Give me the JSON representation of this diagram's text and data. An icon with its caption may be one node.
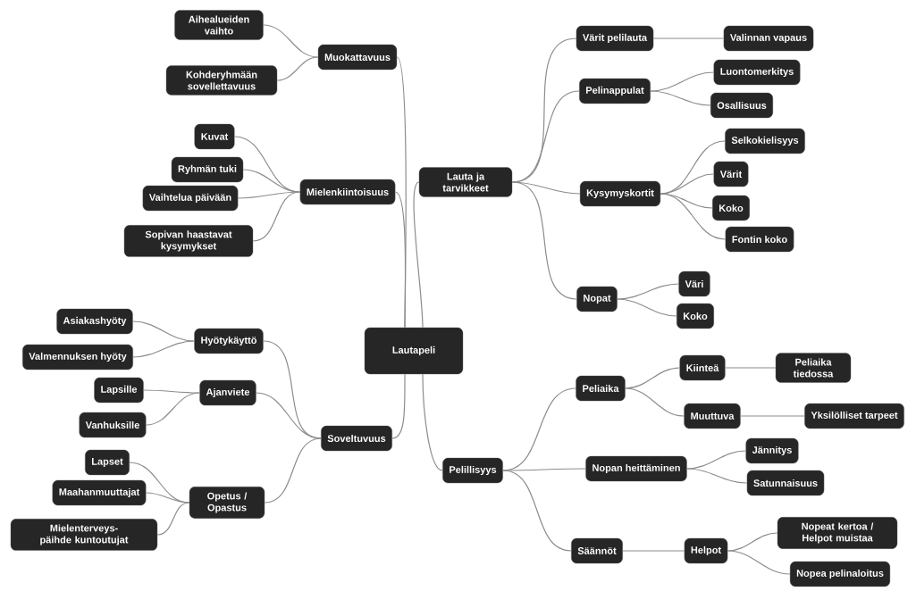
{
  "diagram": {
    "nodes": [
      {
        "text": [
          "Lautapeli"
        ]
      },
      {
        "text": [
          "Muokattavuus"
        ]
      },
      {
        "text": [
          "Aihealueiden vaihto"
        ]
      },
      {
        "text": [
          "Kohderyhmään sovellettavuus"
        ]
      },
      {
        "text": [
          "Mielenkiintoisuus"
        ]
      },
      {
        "text": [
          "Kuvat"
        ]
      },
      {
        "text": [
          "Ryhmän tuki"
        ]
      },
      {
        "text": [
          "Vaihtelua päivään"
        ]
      },
      {
        "text": [
          "Sopivan haastavat kysymykset"
        ]
      },
      {
        "text": [
          "Hyötykäyttö"
        ]
      },
      {
        "text": [
          "Asiakashyöty"
        ]
      },
      {
        "text": [
          "Valmennuksen hyöty"
        ]
      },
      {
        "text": [
          "Soveltuvuus"
        ]
      },
      {
        "text": [
          "Ajanviete"
        ]
      },
      {
        "text": [
          "Lapsille"
        ]
      },
      {
        "text": [
          "Vanhuksille"
        ]
      },
      {
        "text": [
          "Opetus / Opastus"
        ]
      },
      {
        "text": [
          "Lapset"
        ]
      },
      {
        "text": [
          "Maahanmuuttajat"
        ]
      },
      {
        "text": [
          "Mielenterveys-päihde kuntoutujat"
        ]
      },
      {
        "text": [
          "Lauta ja tarvikkeet"
        ]
      },
      {
        "text": [
          "Värit pelilauta"
        ]
      },
      {
        "text": [
          "Valinnan vapaus"
        ]
      },
      {
        "text": [
          "Pelinappulat"
        ]
      },
      {
        "text": [
          "Luontomerkitys"
        ]
      },
      {
        "text": [
          "Osallisuus"
        ]
      },
      {
        "text": [
          "Kysymyskortit"
        ]
      },
      {
        "text": [
          "Selkokielisyys"
        ]
      },
      {
        "text": [
          "Värit"
        ]
      },
      {
        "text": [
          "Koko"
        ]
      },
      {
        "text": [
          "Fontin koko"
        ]
      },
      {
        "text": [
          "Nopat"
        ]
      },
      {
        "text": [
          "Väri"
        ]
      },
      {
        "text": [
          "Koko"
        ]
      },
      {
        "text": [
          "Pelillisyys"
        ]
      },
      {
        "text": [
          "Peliaika"
        ]
      },
      {
        "text": [
          "Kiinteä"
        ]
      },
      {
        "text": [
          "Peliaika tiedossa"
        ]
      },
      {
        "text": [
          "Muuttuva"
        ]
      },
      {
        "text": [
          "Yksilölliset tarpeet"
        ]
      },
      {
        "text": [
          "Nopan heittäminen"
        ]
      },
      {
        "text": [
          "Jännitys"
        ]
      },
      {
        "text": [
          "Satunnaisuus"
        ]
      },
      {
        "text": [
          "Säännöt"
        ]
      },
      {
        "text": [
          "Helpot"
        ]
      },
      {
        "text": [
          "Nopeat kertoa / Helpot muistaa"
        ]
      },
      {
        "text": [
          "Nopea pelinaloitus"
        ]
      }
    ],
    "edges": [
      {
        "from": 0,
        "to": 1,
        "arrow": "none"
      },
      {
        "from": 1,
        "to": 2,
        "arrow": "none"
      },
      {
        "from": 1,
        "to": 3,
        "arrow": "none"
      },
      {
        "from": 0,
        "to": 4,
        "arrow": "none"
      },
      {
        "from": 4,
        "to": 5,
        "arrow": "none"
      },
      {
        "from": 4,
        "to": 6,
        "arrow": "none"
      },
      {
        "from": 4,
        "to": 7,
        "arrow": "none"
      },
      {
        "from": 4,
        "to": 8,
        "arrow": "none"
      },
      {
        "from": 0,
        "to": 12,
        "arrow": "none"
      },
      {
        "from": 12,
        "to": 9,
        "arrow": "none"
      },
      {
        "from": 9,
        "to": 10,
        "arrow": "none"
      },
      {
        "from": 9,
        "to": 11,
        "arrow": "none"
      },
      {
        "from": 12,
        "to": 13,
        "arrow": "none"
      },
      {
        "from": 13,
        "to": 14,
        "arrow": "none"
      },
      {
        "from": 13,
        "to": 15,
        "arrow": "none"
      },
      {
        "from": 12,
        "to": 16,
        "arrow": "none"
      },
      {
        "from": 16,
        "to": 17,
        "arrow": "none"
      },
      {
        "from": 16,
        "to": 18,
        "arrow": "none"
      },
      {
        "from": 16,
        "to": 19,
        "arrow": "none"
      },
      {
        "from": 0,
        "to": 20,
        "arrow": "none"
      },
      {
        "from": 20,
        "to": 21,
        "arrow": "none"
      },
      {
        "from": 21,
        "to": 22,
        "arrow": "none"
      },
      {
        "from": 20,
        "to": 23,
        "arrow": "none"
      },
      {
        "from": 23,
        "to": 24,
        "arrow": "none"
      },
      {
        "from": 23,
        "to": 25,
        "arrow": "none"
      },
      {
        "from": 20,
        "to": 26,
        "arrow": "none"
      },
      {
        "from": 26,
        "to": 27,
        "arrow": "none"
      },
      {
        "from": 26,
        "to": 28,
        "arrow": "none"
      },
      {
        "from": 26,
        "to": 29,
        "arrow": "none"
      },
      {
        "from": 26,
        "to": 30,
        "arrow": "none"
      },
      {
        "from": 20,
        "to": 31,
        "arrow": "none"
      },
      {
        "from": 31,
        "to": 32,
        "arrow": "none"
      },
      {
        "from": 31,
        "to": 33,
        "arrow": "none"
      },
      {
        "from": 0,
        "to": 34,
        "arrow": "none"
      },
      {
        "from": 34,
        "to": 35,
        "arrow": "none"
      },
      {
        "from": 35,
        "to": 36,
        "arrow": "none"
      },
      {
        "from": 36,
        "to": 37,
        "arrow": "none"
      },
      {
        "from": 35,
        "to": 38,
        "arrow": "none"
      },
      {
        "from": 38,
        "to": 39,
        "arrow": "none"
      },
      {
        "from": 34,
        "to": 40,
        "arrow": "none"
      },
      {
        "from": 40,
        "to": 41,
        "arrow": "none"
      },
      {
        "from": 40,
        "to": 42,
        "arrow": "none"
      },
      {
        "from": 34,
        "to": 43,
        "arrow": "none"
      },
      {
        "from": 43,
        "to": 44,
        "arrow": "none"
      },
      {
        "from": 44,
        "to": 45,
        "arrow": "none"
      },
      {
        "from": 44,
        "to": 46,
        "arrow": "none"
      }
    ]
  }
}
